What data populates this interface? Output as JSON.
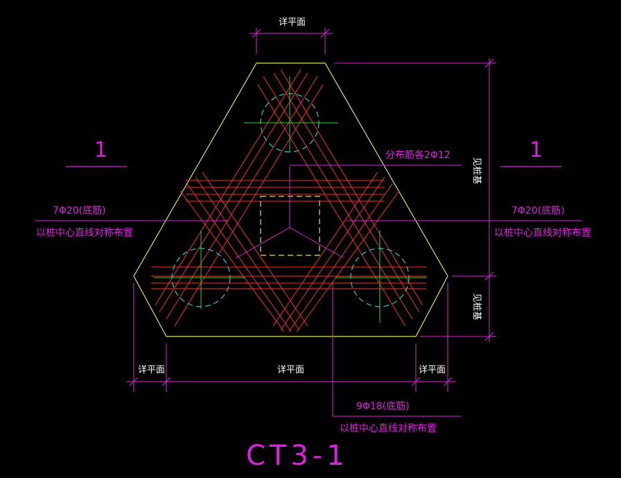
{
  "colors": {
    "background": "#000000",
    "outline": "#e6e63c",
    "rebar": "#ff2a2a",
    "pile": "#1fd0d0",
    "centerline": "#22dd22",
    "dimension": "#e020e0",
    "text": "#ffffff"
  },
  "dims": {
    "top": "详平面",
    "bottom_left": "详平面",
    "bottom_middle": "详平面",
    "bottom_right": "详平面",
    "right_upper": "见桩基",
    "right_lower": "见桩基"
  },
  "section": {
    "left": "1",
    "right": "1"
  },
  "notes": {
    "distribution": "分布筋各2Φ12",
    "left_line1": "7Φ20(底筋)",
    "left_line2": "以桩中心直线对称布置",
    "right_line1": "7Φ20(底筋)",
    "right_line2": "以桩中心直线对称布置",
    "bottom_line1": "9Φ18(底筋)",
    "bottom_line2": "以桩中心直线对称布置"
  },
  "title": "CT3-1"
}
